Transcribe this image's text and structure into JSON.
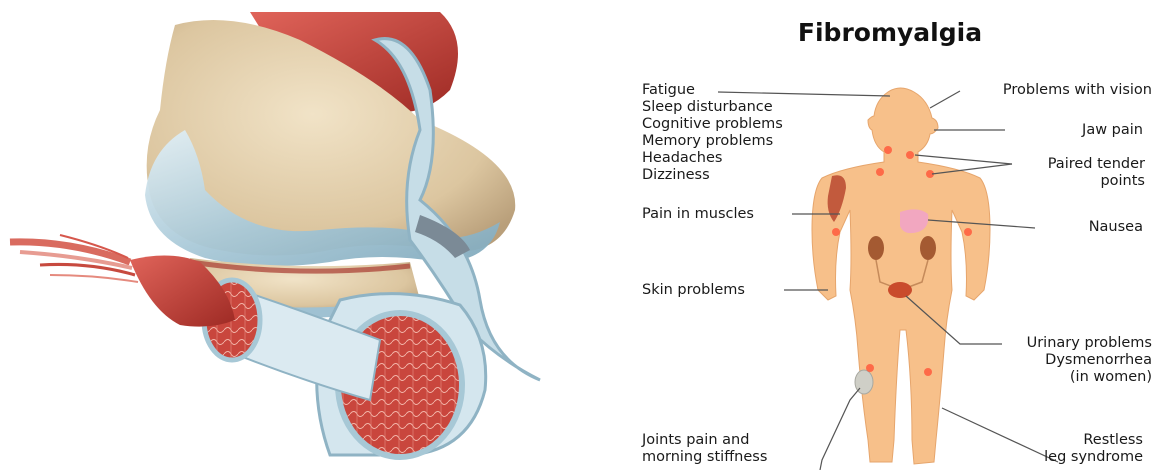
{
  "title": "Fibromyalgia",
  "left_labels": {
    "symptoms": [
      "Fatigue",
      "Sleep disturbance",
      "Cognitive problems",
      "Memory problems",
      "Headaches",
      "Dizziness"
    ],
    "pain_in_muscles": "Pain in muscles",
    "skin_problems": "Skin problems",
    "joints_pain": [
      "Joints pain and",
      "morning stiffness"
    ]
  },
  "right_labels": {
    "vision": "Problems with vision",
    "jaw": "Jaw pain",
    "tender_points": [
      "Paired tender",
      "points"
    ],
    "nausea": "Nausea",
    "urinary": [
      "Urinary problems",
      "Dysmenorrhea",
      "(in women)"
    ],
    "restless": [
      "Restless",
      "leg syndrome"
    ]
  },
  "colors": {
    "skin": "#f7c08a",
    "muscle_red": "#c8423a",
    "bone": "#e6d4b4",
    "cartilage": "#b9d4e0",
    "tender_dot": "#ff5a3c",
    "line": "#555555"
  }
}
